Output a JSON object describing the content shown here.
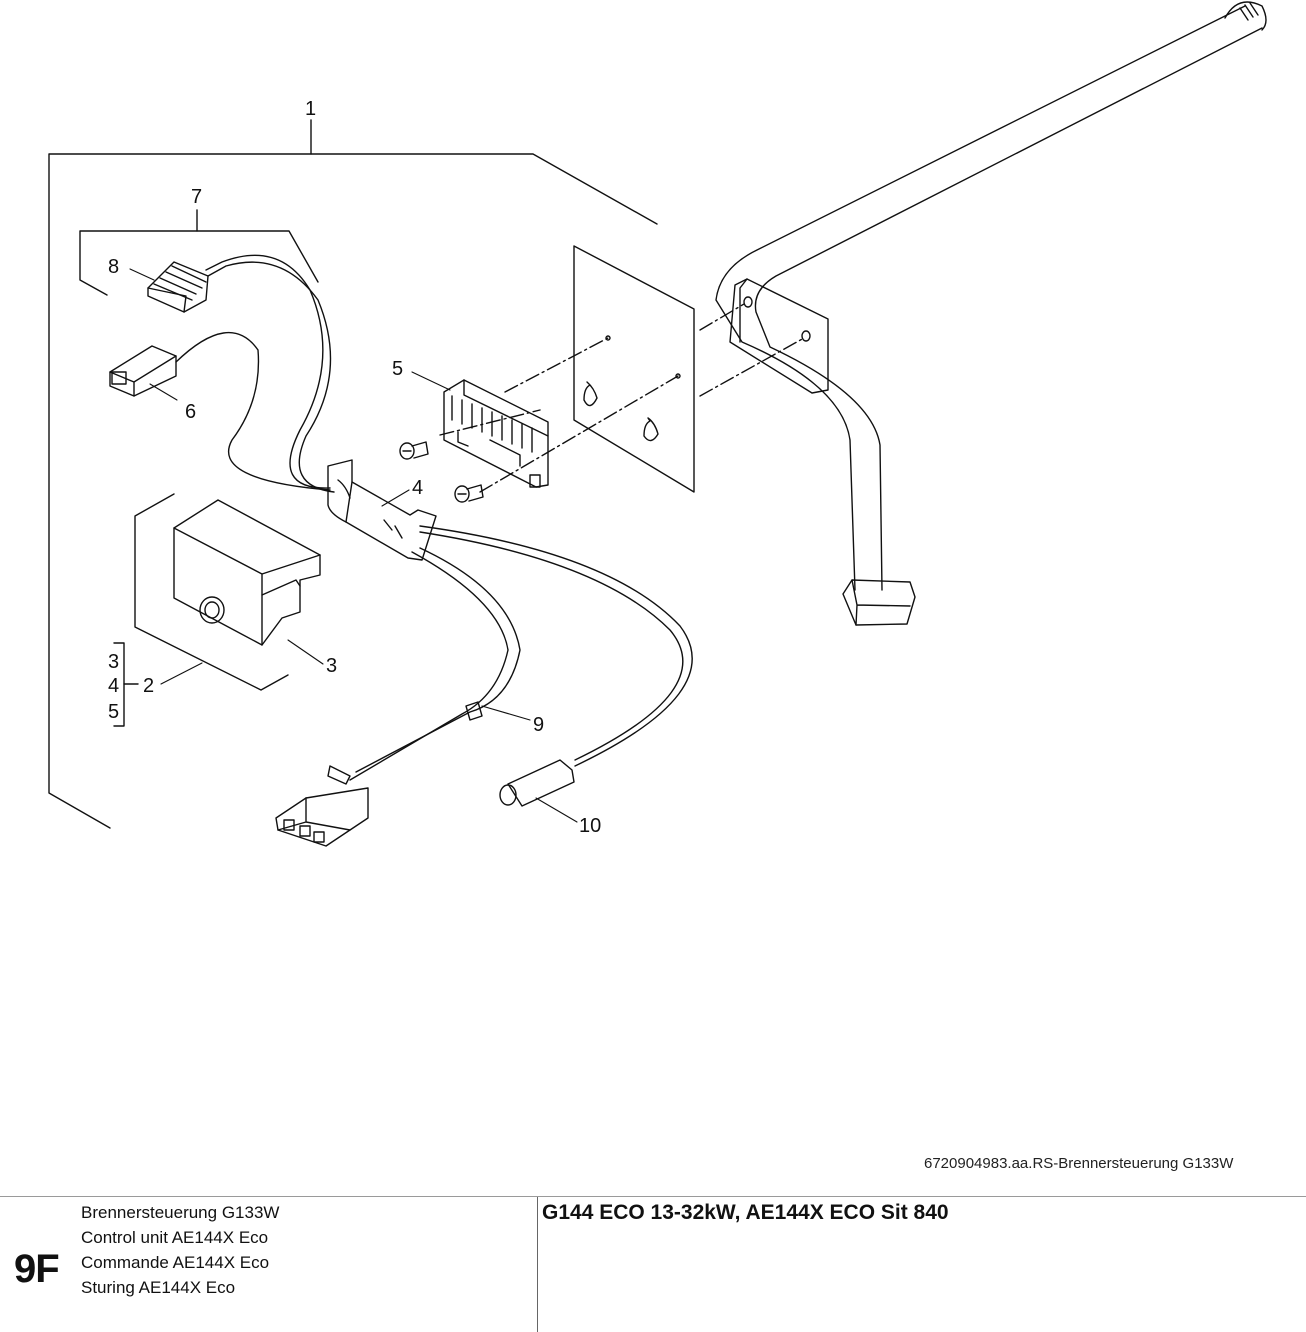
{
  "callouts": [
    "1",
    "7",
    "8",
    "5",
    "6",
    "4",
    "3",
    "2",
    "9",
    "10"
  ],
  "group_bracket": [
    "3",
    "4",
    "5"
  ],
  "reference": "6720904983.aa.RS-Brennersteuerung G133W",
  "footer": {
    "section": "9F",
    "names": [
      "Brennersteuerung G133W",
      "Control unit AE144X Eco",
      "Commande AE144X Eco",
      "Sturing AE144X Eco"
    ],
    "model": "G144 ECO 13-32kW, AE144X ECO Sit 840"
  }
}
